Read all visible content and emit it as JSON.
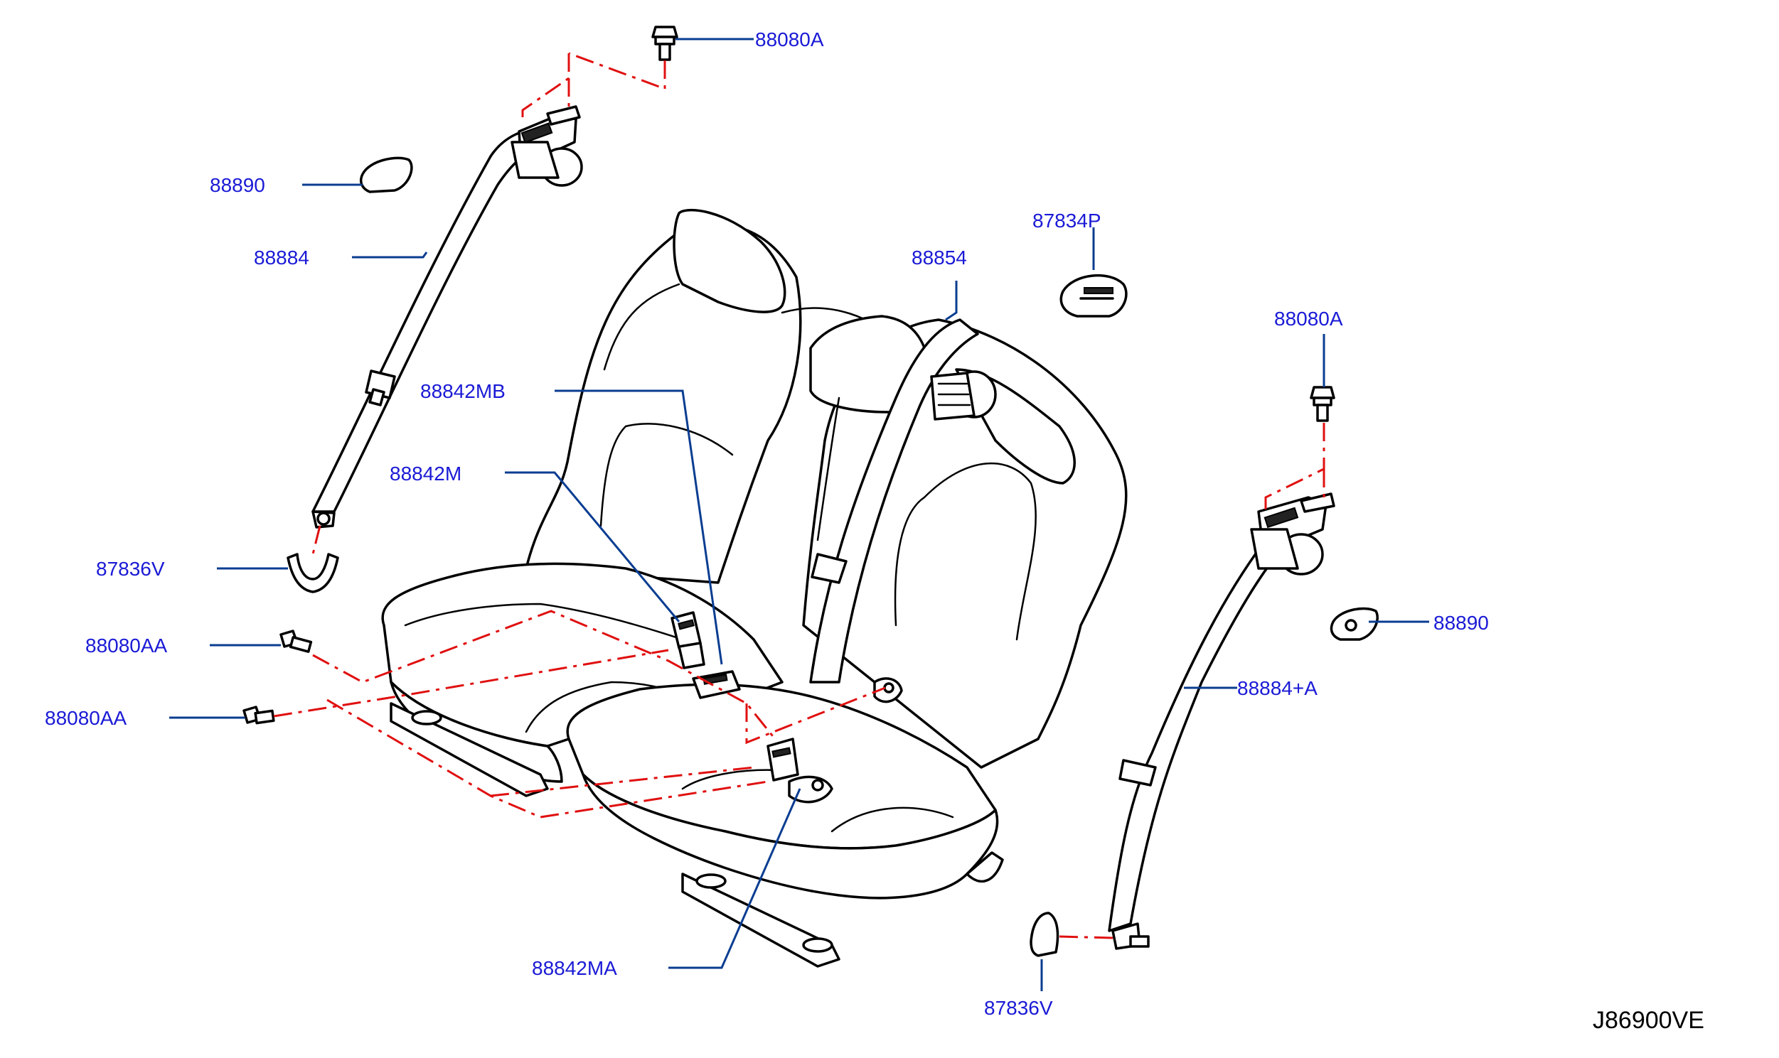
{
  "diagram": {
    "code": "J86900VE",
    "labels": [
      {
        "id": "l1",
        "text": "88080A"
      },
      {
        "id": "l2",
        "text": "88890"
      },
      {
        "id": "l3",
        "text": "88884"
      },
      {
        "id": "l4",
        "text": "88842MB"
      },
      {
        "id": "l5",
        "text": "88842M"
      },
      {
        "id": "l6",
        "text": "87836V"
      },
      {
        "id": "l7",
        "text": "88080AA"
      },
      {
        "id": "l8",
        "text": "88080AA"
      },
      {
        "id": "l9",
        "text": "88854"
      },
      {
        "id": "l10",
        "text": "87834P"
      },
      {
        "id": "l11",
        "text": "88080A"
      },
      {
        "id": "l12",
        "text": "88890"
      },
      {
        "id": "l13",
        "text": "88884+A"
      },
      {
        "id": "l14",
        "text": "88842MA"
      },
      {
        "id": "l15",
        "text": "87836V"
      }
    ]
  }
}
